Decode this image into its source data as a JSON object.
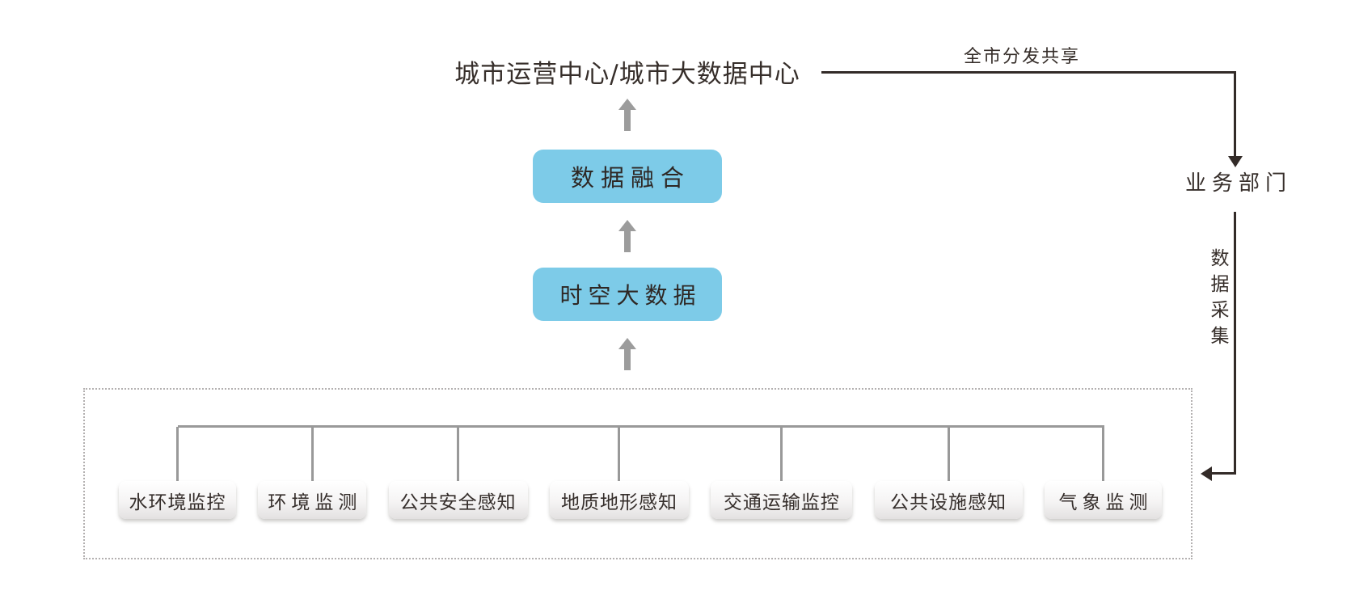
{
  "diagram": {
    "title": "城市运营中心/城市大数据中心",
    "flow": {
      "share_label": "全市分发共享",
      "department": "业务部门",
      "collect_label": "数据采集"
    },
    "center_boxes": [
      {
        "label": "数据融合"
      },
      {
        "label": "时空大数据"
      }
    ],
    "sensor_boxes": [
      {
        "label": "水环境监控"
      },
      {
        "label": "环境监测"
      },
      {
        "label": "公共安全感知"
      },
      {
        "label": "地质地形感知"
      },
      {
        "label": "交通运输监控"
      },
      {
        "label": "公共设施感知"
      },
      {
        "label": "气象监测"
      }
    ],
    "icons": {
      "up_arrow": "up-arrow-icon",
      "down_arrow": "down-arrow-icon",
      "left_arrow": "left-arrow-icon"
    },
    "colors": {
      "accent_blue": "#7dcbe8",
      "dark_line": "#332b28",
      "gray_arrow": "#9c9c9c",
      "connector_gray": "#999999",
      "text_dark": "#362e2a"
    }
  }
}
